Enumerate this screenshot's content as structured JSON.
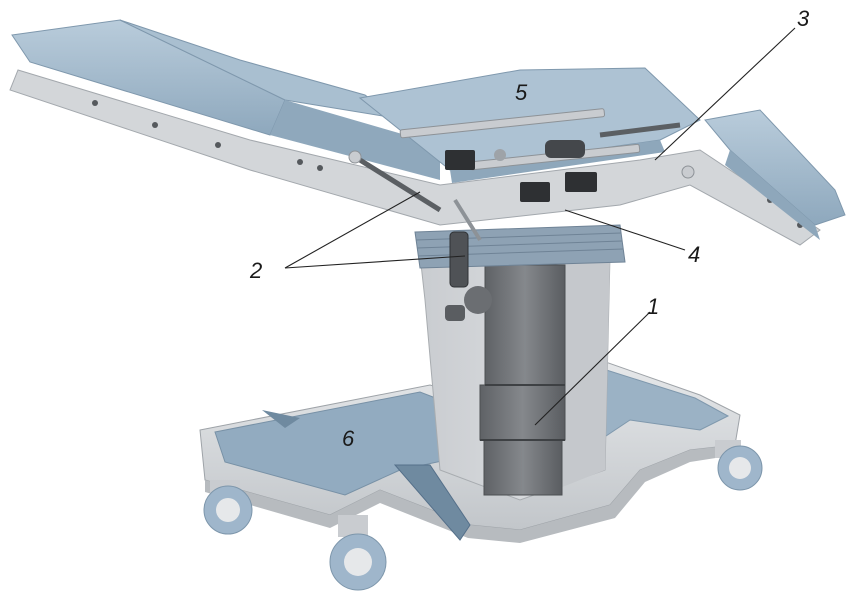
{
  "figure": {
    "subject": "operating-table",
    "colors": {
      "pad": "#9bb3c6",
      "pad_dark": "#7f98ad",
      "pad_top": "#b4c8d7",
      "frame": "#d3d6d9",
      "frame_dark": "#aeb2b6",
      "column": "#6c6f73",
      "column_light": "#8b8e92",
      "base": "#dcdfe2",
      "wheel": "#9fb6cb",
      "wheel_hub": "#e6e8ea",
      "bellows": "#8ea2b4"
    }
  },
  "callouts": [
    {
      "id": "1",
      "label": "1"
    },
    {
      "id": "2",
      "label": "2"
    },
    {
      "id": "3",
      "label": "3"
    },
    {
      "id": "4",
      "label": "4"
    },
    {
      "id": "5",
      "label": "5"
    },
    {
      "id": "6",
      "label": "6"
    }
  ]
}
